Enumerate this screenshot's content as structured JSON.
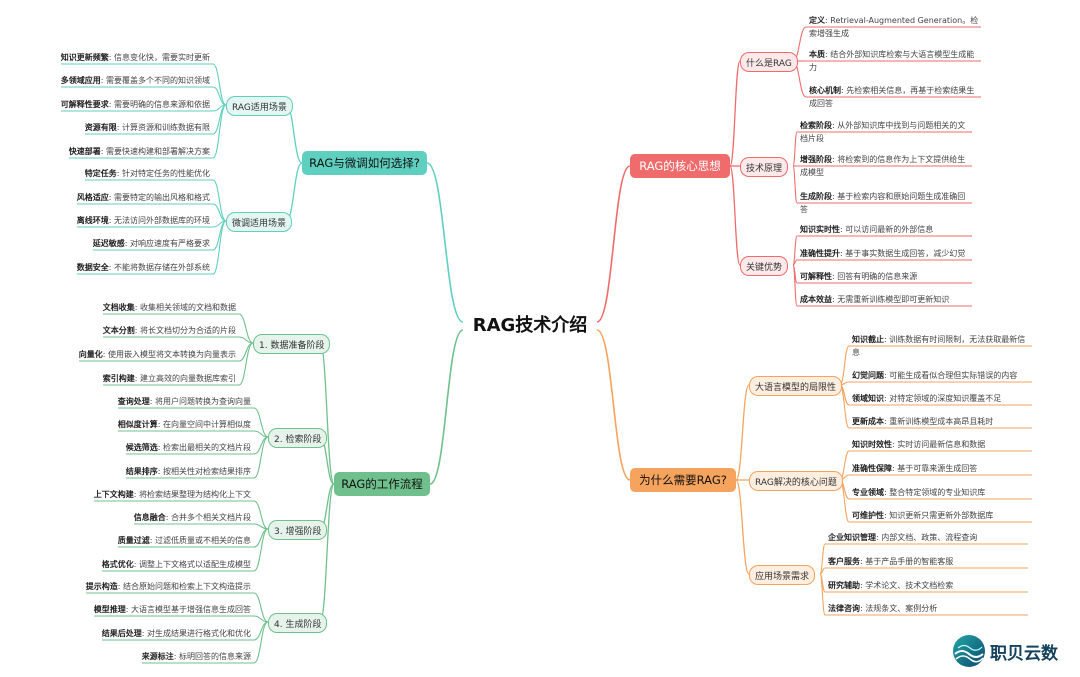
{
  "title": "RAG技术介绍",
  "colors": {
    "red": "#f06b6b",
    "orange": "#f6a35e",
    "teal": "#5fcfbf",
    "green": "#6fc08c",
    "red_bg": "#fde9e9",
    "orange_bg": "#fdeee0",
    "teal_bg": "#e3f6f2",
    "green_bg": "#e6f3ea"
  },
  "branches": {
    "core": {
      "label": "RAG的核心思想",
      "groups": [
        {
          "label": "什么是RAG",
          "items": [
            {
              "key": "定义",
              "text": ": Retrieval-Augmented Generation。检索增强生成"
            },
            {
              "key": "本质",
              "text": ": 结合外部知识库检索与大语言模型生成能力"
            },
            {
              "key": "核心机制",
              "text": ": 先检索相关信息，再基于检索结果生成回答"
            }
          ]
        },
        {
          "label": "技术原理",
          "items": [
            {
              "key": "检索阶段",
              "text": ": 从外部知识库中找到与问题相关的文档片段"
            },
            {
              "key": "增强阶段",
              "text": ": 将检索到的信息作为上下文提供给生成模型"
            },
            {
              "key": "生成阶段",
              "text": ": 基于检索内容和原始问题生成准确回答"
            }
          ]
        },
        {
          "label": "关键优势",
          "items": [
            {
              "key": "知识实时性",
              "text": ": 可以访问最新的外部信息"
            },
            {
              "key": "准确性提升",
              "text": ": 基于事实数据生成回答，减少幻觉"
            },
            {
              "key": "可解释性",
              "text": ": 回答有明确的信息来源"
            },
            {
              "key": "成本效益",
              "text": ": 无需重新训练模型即可更新知识"
            }
          ]
        }
      ]
    },
    "why": {
      "label": "为什么需要RAG?",
      "groups": [
        {
          "label": "大语言模型的局限性",
          "items": [
            {
              "key": "知识截止",
              "text": ": 训练数据有时间限制，无法获取最新信息"
            },
            {
              "key": "幻觉问题",
              "text": ": 可能生成看似合理但实际错误的内容"
            },
            {
              "key": "领域知识",
              "text": ": 对特定领域的深度知识覆盖不足"
            },
            {
              "key": "更新成本",
              "text": ": 重新训练模型成本高昂且耗时"
            }
          ]
        },
        {
          "label": "RAG解决的核心问题",
          "items": [
            {
              "key": "知识时效性",
              "text": ": 实时访问最新信息和数据"
            },
            {
              "key": "准确性保障",
              "text": ": 基于可靠来源生成回答"
            },
            {
              "key": "专业领域",
              "text": ": 整合特定领域的专业知识库"
            },
            {
              "key": "可维护性",
              "text": ": 知识更新只需更新外部数据库"
            }
          ]
        },
        {
          "label": "应用场景需求",
          "items": [
            {
              "key": "企业知识管理",
              "text": ": 内部文档、政策、流程查询"
            },
            {
              "key": "客户服务",
              "text": ": 基于产品手册的智能客服"
            },
            {
              "key": "研究辅助",
              "text": ": 学术论文、技术文档检索"
            },
            {
              "key": "法律咨询",
              "text": ": 法规条文、案例分析"
            }
          ]
        }
      ]
    },
    "choose": {
      "label": "RAG与微调如何选择?",
      "groups": [
        {
          "label": "RAG适用场景",
          "items": [
            {
              "key": "知识更新频繁",
              "text": ": 信息变化快，需要实时更新"
            },
            {
              "key": "多领域应用",
              "text": ": 需要覆盖多个不同的知识领域"
            },
            {
              "key": "可解释性要求",
              "text": ": 需要明确的信息来源和依据"
            },
            {
              "key": "资源有限",
              "text": ": 计算资源和训练数据有限"
            },
            {
              "key": "快速部署",
              "text": ": 需要快速构建和部署解决方案"
            }
          ]
        },
        {
          "label": "微调适用场景",
          "items": [
            {
              "key": "特定任务",
              "text": ": 针对特定任务的性能优化"
            },
            {
              "key": "风格适应",
              "text": ": 需要特定的输出风格和格式"
            },
            {
              "key": "离线环境",
              "text": ": 无法访问外部数据库的环境"
            },
            {
              "key": "延迟敏感",
              "text": ": 对响应速度有严格要求"
            },
            {
              "key": "数据安全",
              "text": ": 不能将数据存储在外部系统"
            }
          ]
        }
      ]
    },
    "flow": {
      "label": "RAG的工作流程",
      "groups": [
        {
          "label": "1. 数据准备阶段",
          "items": [
            {
              "key": "文档收集",
              "text": ": 收集相关领域的文档和数据"
            },
            {
              "key": "文本分割",
              "text": ": 将长文档切分为合适的片段"
            },
            {
              "key": "向量化",
              "text": ": 使用嵌入模型将文本转换为向量表示"
            },
            {
              "key": "索引构建",
              "text": ": 建立高效的向量数据库索引"
            }
          ]
        },
        {
          "label": "2. 检索阶段",
          "items": [
            {
              "key": "查询处理",
              "text": ": 将用户问题转换为查询向量"
            },
            {
              "key": "相似度计算",
              "text": ": 在向量空间中计算相似度"
            },
            {
              "key": "候选筛选",
              "text": ": 检索出最相关的文档片段"
            },
            {
              "key": "结果排序",
              "text": ": 按相关性对检索结果排序"
            }
          ]
        },
        {
          "label": "3. 增强阶段",
          "items": [
            {
              "key": "上下文构建",
              "text": ": 将检索结果整理为结构化上下文"
            },
            {
              "key": "信息融合",
              "text": ": 合并多个相关文档片段"
            },
            {
              "key": "质量过滤",
              "text": ": 过滤低质量或不相关的信息"
            },
            {
              "key": "格式优化",
              "text": ": 调整上下文格式以适配生成模型"
            }
          ]
        },
        {
          "label": "4. 生成阶段",
          "items": [
            {
              "key": "提示构造",
              "text": ": 结合原始问题和检索上下文构造提示"
            },
            {
              "key": "模型推理",
              "text": ": 大语言模型基于增强信息生成回答"
            },
            {
              "key": "结果后处理",
              "text": ": 对生成结果进行格式化和优化"
            },
            {
              "key": "来源标注",
              "text": ": 标明回答的信息来源"
            }
          ]
        }
      ]
    }
  },
  "logo": {
    "text": "职贝云数"
  }
}
